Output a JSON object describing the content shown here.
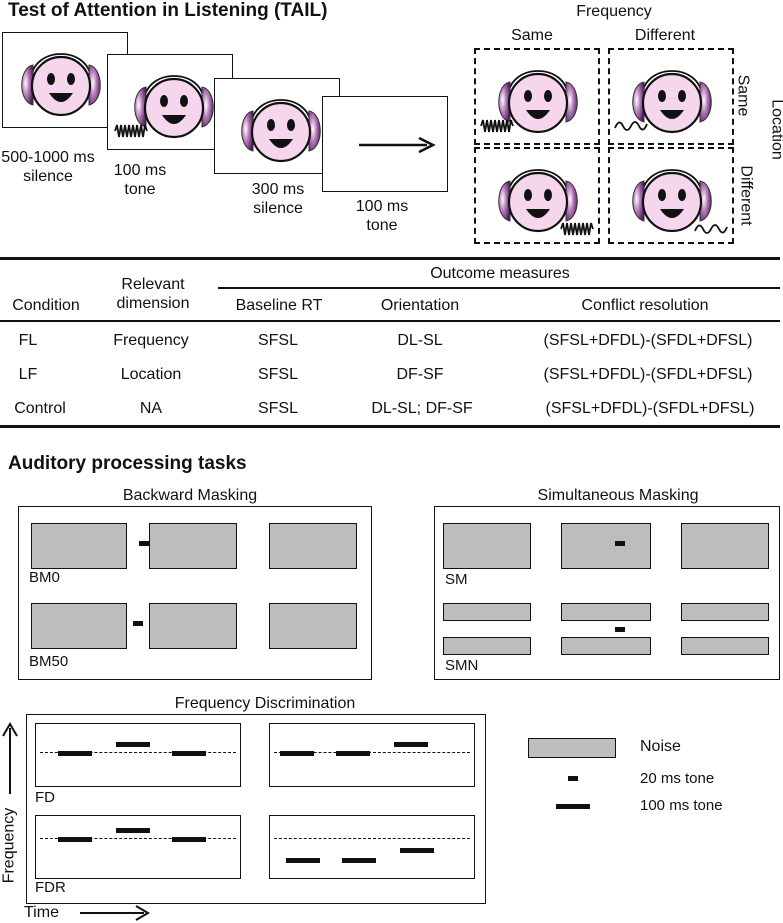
{
  "tail": {
    "title": "Test of Attention in Listening (TAIL)",
    "sequence": [
      {
        "line1": "500-1000 ms",
        "line2": "silence"
      },
      {
        "line1": "100 ms",
        "line2": "tone"
      },
      {
        "line1": "300 ms",
        "line2": "silence"
      },
      {
        "line1": "100 ms",
        "line2": "tone"
      }
    ],
    "grid": {
      "frequency_label": "Frequency",
      "same_label": "Same",
      "different_label": "Different",
      "location_label": "Location",
      "row_same_label": "Same",
      "row_different_label": "Different"
    }
  },
  "table": {
    "headers": {
      "condition": "Condition",
      "relevant_line1": "Relevant",
      "relevant_line2": "dimension",
      "outcome": "Outcome measures",
      "baseline": "Baseline RT",
      "orientation": "Orientation",
      "conflict": "Conflict resolution"
    },
    "rows": [
      {
        "condition": "FL",
        "dimension": "Frequency",
        "baseline": "SFSL",
        "orientation": "DL-SL",
        "conflict": "(SFSL+DFDL)-(SFDL+DFSL)"
      },
      {
        "condition": "LF",
        "dimension": "Location",
        "baseline": "SFSL",
        "orientation": "DF-SF",
        "conflict": "(SFSL+DFDL)-(SFDL+DFSL)"
      },
      {
        "condition": "Control",
        "dimension": "NA",
        "baseline": "SFSL",
        "orientation": "DL-SL; DF-SF",
        "conflict": "(SFSL+DFDL)-(SFDL+DFSL)"
      }
    ]
  },
  "auditory": {
    "title": "Auditory processing tasks",
    "backward_masking": {
      "title": "Backward Masking",
      "label_a": "BM0",
      "label_b": "BM50"
    },
    "simultaneous_masking": {
      "title": "Simultaneous Masking",
      "label_a": "SM",
      "label_b": "SMN"
    },
    "frequency_discrimination": {
      "title": "Frequency Discrimination",
      "label_a": "FD",
      "label_b": "FDR"
    },
    "axes": {
      "y_label": "Frequency",
      "x_label": "Time"
    },
    "legend": {
      "noise": "Noise",
      "tone20": "20 ms tone",
      "tone100": "100 ms tone"
    }
  },
  "colors": {
    "noise": "#bdbdbd",
    "face": "#f6d6ec",
    "earmuff": "#6b2c7a"
  }
}
